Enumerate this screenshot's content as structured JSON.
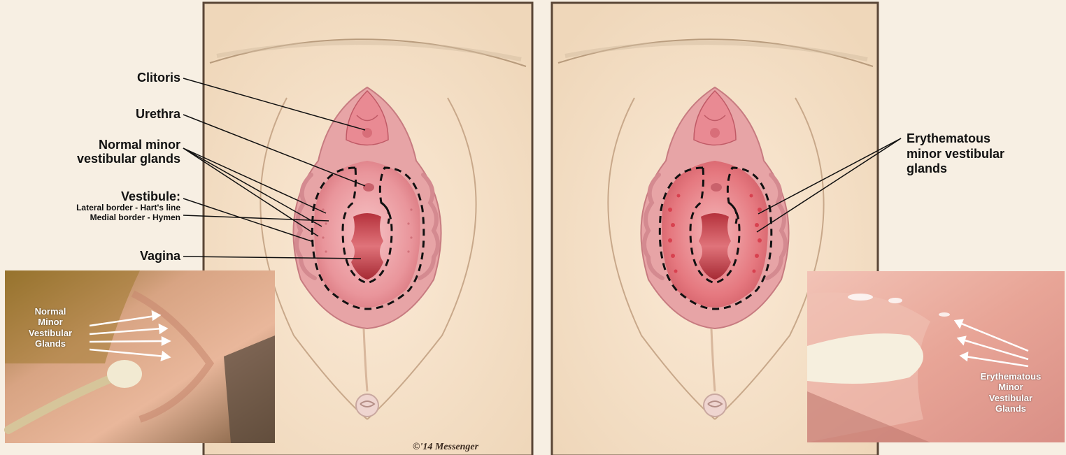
{
  "labels": {
    "clitoris": "Clitoris",
    "urethra": "Urethra",
    "normal_glands_line1": "Normal minor",
    "normal_glands_line2": "vestibular glands",
    "vestibule_title": "Vestibule:",
    "vestibule_lateral": "Lateral border - Hart's line",
    "vestibule_medial": "Medial border - Hymen",
    "vagina": "Vagina",
    "erythematous_line1": "Erythematous",
    "erythematous_line2": "minor vestibular",
    "erythematous_line3": "glands"
  },
  "left_photo": {
    "line1": "Normal",
    "line2": "Minor",
    "line3": "Vestibular",
    "line4": "Glands"
  },
  "right_photo": {
    "line1": "Erythematous",
    "line2": "Minor",
    "line3": "Vestibular",
    "line4": "Glands"
  },
  "signature": "©'14 Messenger",
  "colors": {
    "background": "#f7efe3",
    "panel_fill": "#f6e4cd",
    "panel_border": "#5a4636",
    "mucosa": "#e98f97",
    "inflamed_dots": "#d8414f",
    "dashed_outline": "#111111"
  }
}
